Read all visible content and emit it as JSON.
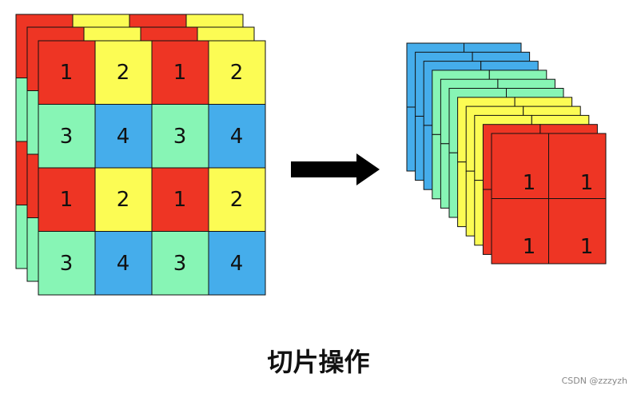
{
  "colors": {
    "red": "#EE3524",
    "yellow": "#FCFC54",
    "green": "#87F5B5",
    "blue": "#45ADEB",
    "stroke": "#111111",
    "arrow": "#000000"
  },
  "input_grid": {
    "rows": [
      [
        "1",
        "2",
        "1",
        "2"
      ],
      [
        "3",
        "4",
        "3",
        "4"
      ],
      [
        "1",
        "2",
        "1",
        "2"
      ],
      [
        "3",
        "4",
        "3",
        "4"
      ]
    ],
    "cell_colors": [
      [
        "red",
        "yellow",
        "red",
        "yellow"
      ],
      [
        "green",
        "blue",
        "green",
        "blue"
      ],
      [
        "red",
        "yellow",
        "red",
        "yellow"
      ],
      [
        "green",
        "blue",
        "green",
        "blue"
      ]
    ]
  },
  "output_stack": {
    "layer_colors": [
      "blue",
      "blue",
      "blue",
      "green",
      "green",
      "green",
      "yellow",
      "yellow",
      "yellow",
      "red",
      "red"
    ],
    "front_values": [
      [
        "1",
        "1"
      ],
      [
        "1",
        "1"
      ]
    ]
  },
  "caption": "切片操作",
  "watermark": "CSDN @zzzyzh"
}
